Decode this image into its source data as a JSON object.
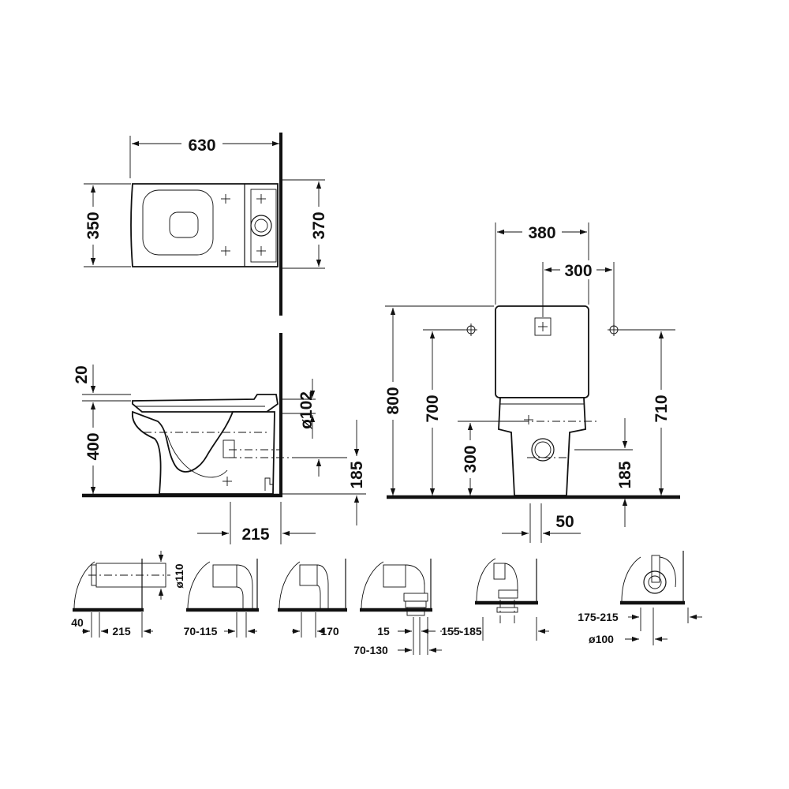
{
  "top_view": {
    "width": "630",
    "depth_left": "350",
    "depth_right": "370"
  },
  "side_view": {
    "seat_gap": "20",
    "seat_height": "400",
    "inlet_diameter": "ø102",
    "outlet_height": "185",
    "outlet_offset": "215"
  },
  "front_view": {
    "width": "380",
    "fixing_spacing": "300",
    "total_height": "800",
    "fixing_height": "700",
    "lower_fixing_height": "300",
    "cistern_height": "710",
    "outlet_height": "185",
    "outlet_offset": "50"
  },
  "connections": [
    {
      "labels": [
        "40",
        "215"
      ],
      "pipe": "ø110"
    },
    {
      "labels": [
        "70-115"
      ]
    },
    {
      "labels": [
        "170"
      ]
    },
    {
      "labels": [
        "15",
        "70-130"
      ]
    },
    {
      "labels": [
        "155-185"
      ]
    },
    {
      "labels": [
        "175-215",
        "ø100"
      ]
    }
  ]
}
